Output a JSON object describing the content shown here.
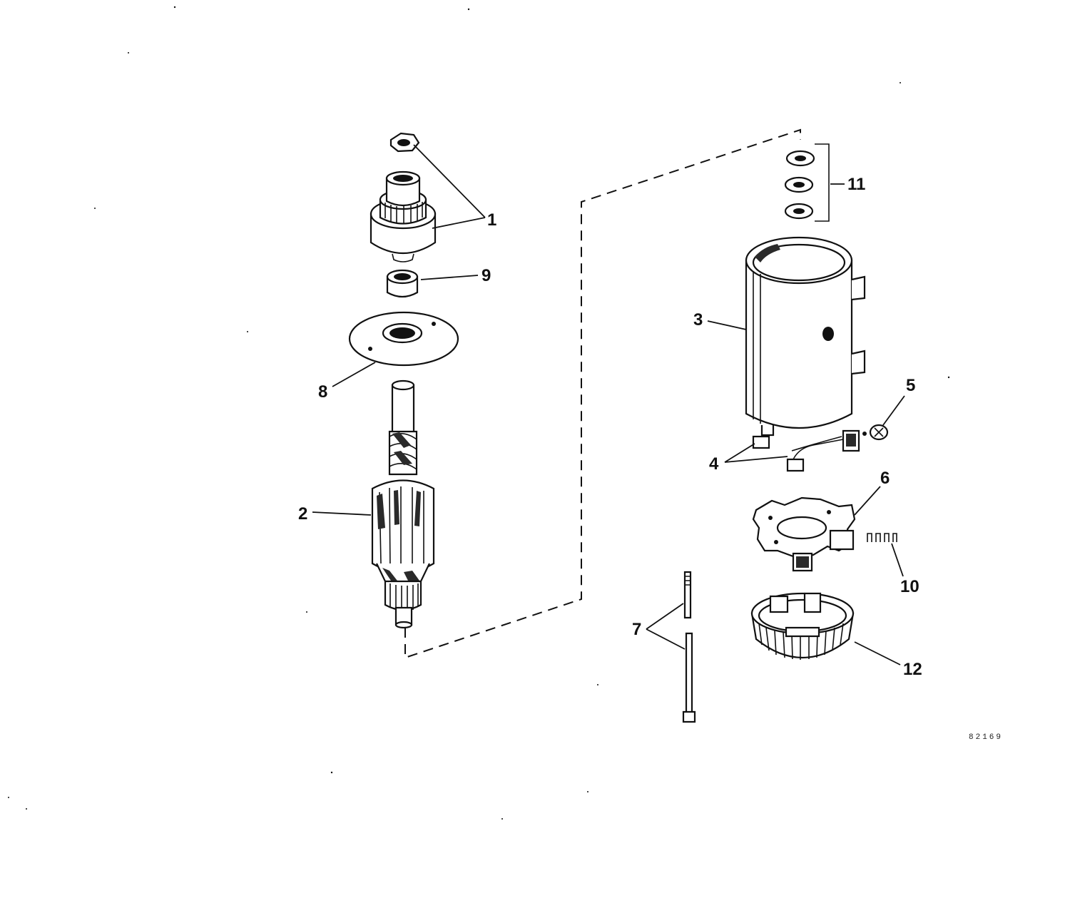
{
  "callouts": {
    "c1": "1",
    "c2": "2",
    "c3": "3",
    "c4": "4",
    "c5": "5",
    "c6": "6",
    "c7": "7",
    "c8": "8",
    "c9": "9",
    "c10": "10",
    "c11": "11",
    "c12": "12"
  },
  "figure_id": "82169"
}
